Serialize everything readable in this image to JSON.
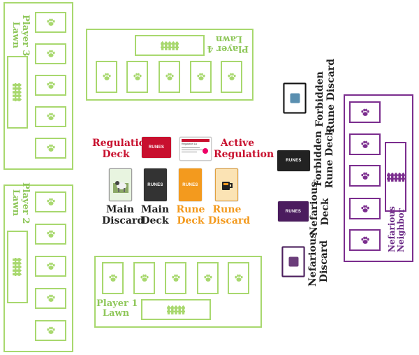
{
  "colors": {
    "lawn": "#a8d86e",
    "lawn_text": "#8fc75a",
    "neighbor": "#7b2d8e",
    "regulation": "#c8102e",
    "main": "#222222",
    "rune": "#f39a1e"
  },
  "icons": {
    "slot": "paw-icon",
    "fence": "fence-icon"
  },
  "player3": {
    "label": "Player 3\nLawn"
  },
  "player2": {
    "label": "Player 2\nLawn"
  },
  "player4": {
    "label": "Player 4\nLawn"
  },
  "player1": {
    "label": "Player 1\nLawn"
  },
  "neighbor": {
    "label": "Nefarious\nNeighbor"
  },
  "center": {
    "regulation_deck": "Regulation\nDeck",
    "active_regulation": "Active\nRegulation",
    "main_discard": "Main\nDiscard",
    "main_deck": "Main\nDeck",
    "rune_deck": "Rune\nDeck",
    "rune_discard": "Rune\nDiscard"
  },
  "right": {
    "forbidden_discard": "Forbidden\nRune Discard",
    "forbidden_deck": "Forbidden\nRune Deck",
    "nefarious_deck": "Nefarious\nDeck",
    "nefarious_discard": "Nefarious\nDiscard"
  },
  "cards": {
    "runes": "RUNES",
    "regulation_title": "Regulation 1A"
  }
}
